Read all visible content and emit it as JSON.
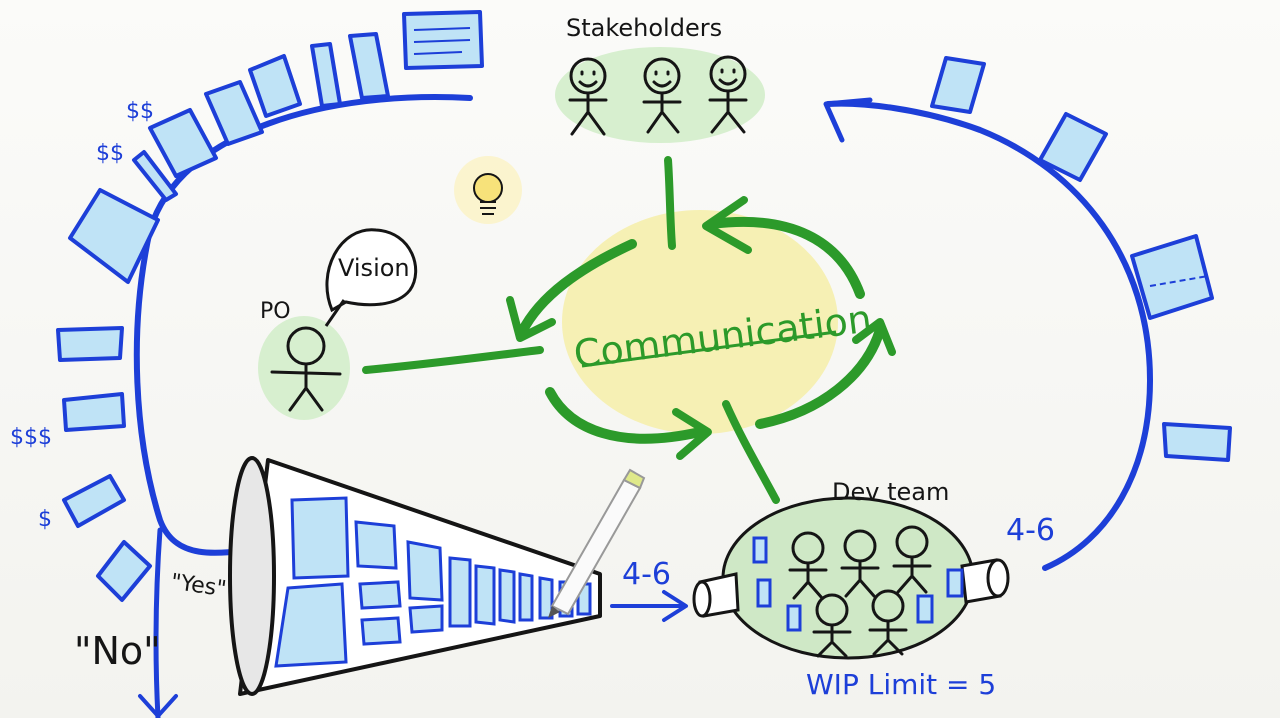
{
  "labels": {
    "stakeholders": "Stakeholders",
    "po": "PO",
    "vision": "Vision",
    "communication": "Communication",
    "dev_team": "Dev team",
    "wip_limit": "WIP Limit = 5",
    "in_limit": "4-6",
    "out_limit": "4-6",
    "yes": "\"Yes\"",
    "no": "\"No\"",
    "money_1": "$$",
    "money_2": "$$",
    "money_3": "$$$",
    "money_4": "$"
  },
  "colors": {
    "blue": "#1d3fd8",
    "card_fill": "#bfe3f6",
    "green_arrow": "#2c9a2a",
    "green_blob": "#d7efcf",
    "yellow_blob": "#f6efa8",
    "ink": "#151515"
  }
}
